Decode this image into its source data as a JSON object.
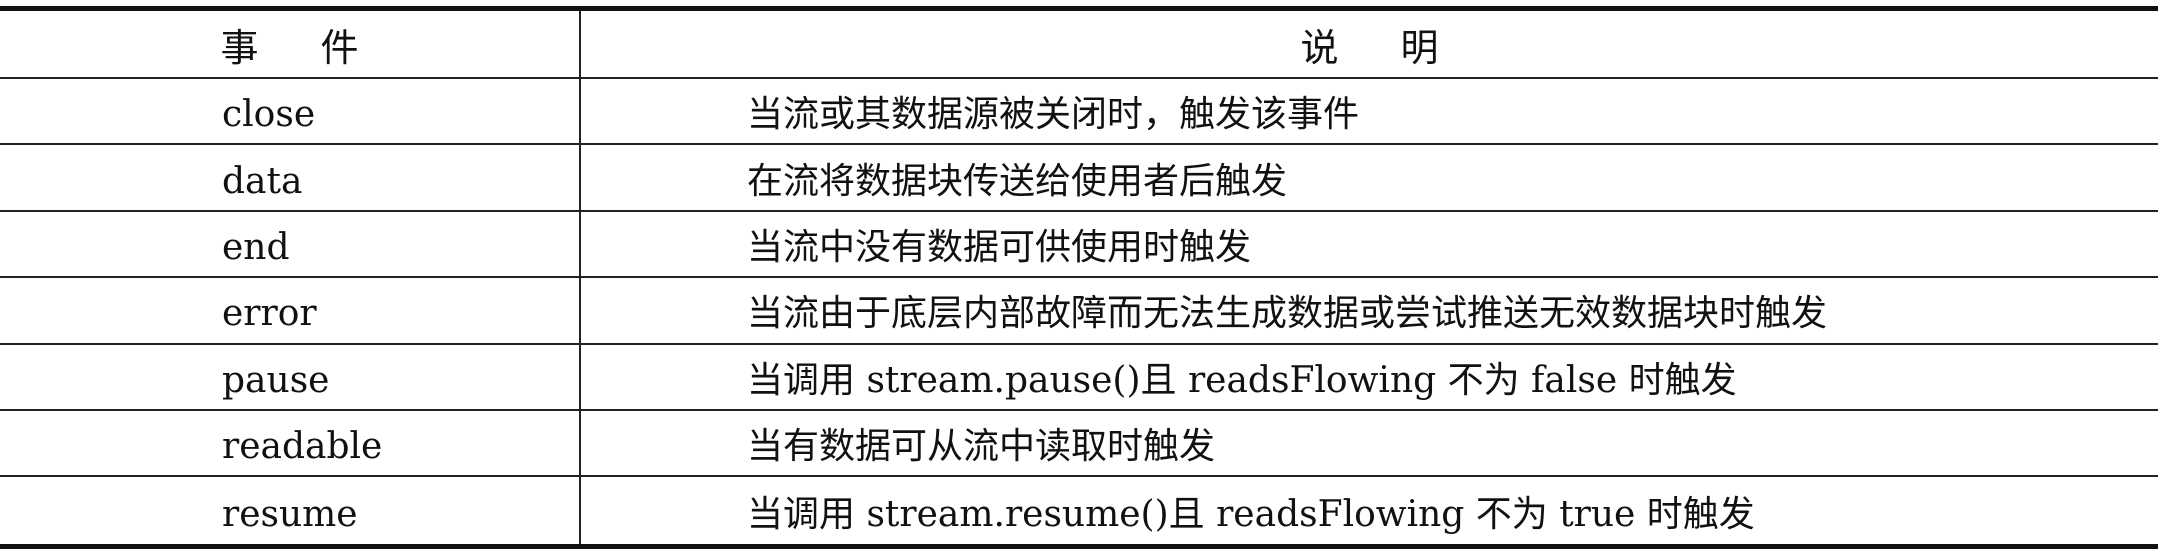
{
  "table": {
    "headers": {
      "event": "事件",
      "description": "说明"
    },
    "rows": [
      {
        "event": "close",
        "description": "当流或其数据源被关闭时，触发该事件"
      },
      {
        "event": "data",
        "description": "在流将数据块传送给使用者后触发"
      },
      {
        "event": "end",
        "description": "当流中没有数据可供使用时触发"
      },
      {
        "event": "error",
        "description": "当流由于底层内部故障而无法生成数据或尝试推送无效数据块时触发"
      },
      {
        "event": "pause",
        "description": "当调用 stream.pause()且 readsFlowing 不为 false 时触发"
      },
      {
        "event": "readable",
        "description": "当有数据可从流中读取时触发"
      },
      {
        "event": "resume",
        "description": "当调用 stream.resume()且 readsFlowing 不为 true 时触发"
      }
    ]
  }
}
